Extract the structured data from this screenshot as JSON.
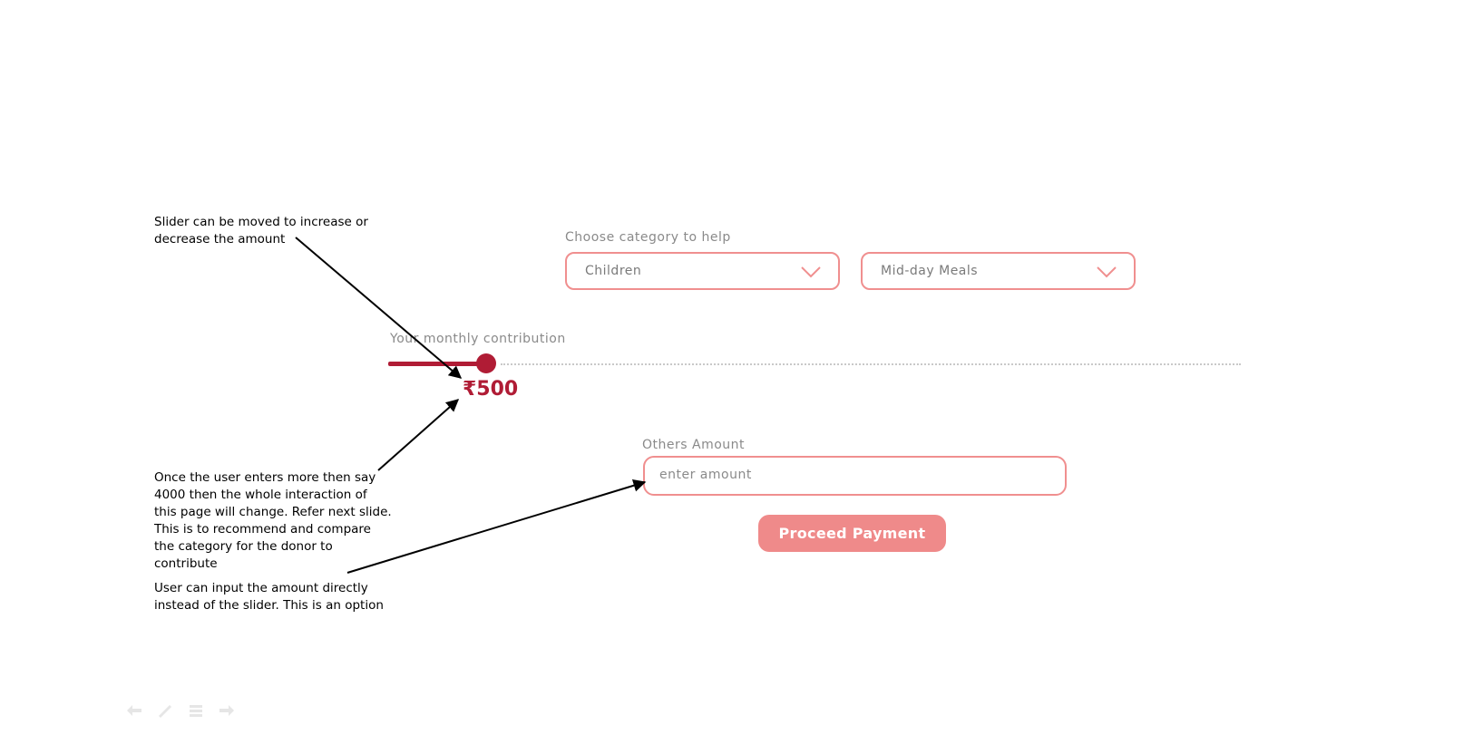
{
  "annotations": {
    "slider_note": [
      "Slider can be moved to increase or",
      "decrease the amount"
    ],
    "threshold_note": [
      "Once the user enters more then say",
      "4000 then the whole interaction of",
      "this page will change. Refer next slide.",
      "This is to recommend and compare",
      "the category for the donor to",
      "contribute"
    ],
    "input_note": [
      "User can input the amount directly",
      "instead of the slider. This is an option"
    ]
  },
  "category": {
    "label": "Choose category to help",
    "primary_value": "Children",
    "secondary_value": "Mid-day Meals"
  },
  "contribution": {
    "label": "Your monthly contribution",
    "amount_display": "₹500",
    "slider_fraction": 0.115
  },
  "others": {
    "label": "Others Amount",
    "placeholder": "enter amount",
    "value": ""
  },
  "actions": {
    "proceed_label": "Proceed Payment"
  },
  "colors": {
    "accent": "#b01c35",
    "border": "#f08f8f",
    "button": "#ef8a8a"
  }
}
